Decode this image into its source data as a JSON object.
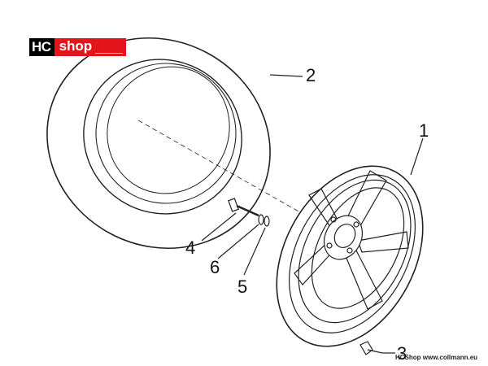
{
  "logo": {
    "left_text": "HC",
    "right_text": "shop"
  },
  "callouts": {
    "n1": "1",
    "n2": "2",
    "n3": "3",
    "n4": "4",
    "n5": "5",
    "n6": "6"
  },
  "footer": {
    "text": "HCShop www.collmann.eu"
  }
}
